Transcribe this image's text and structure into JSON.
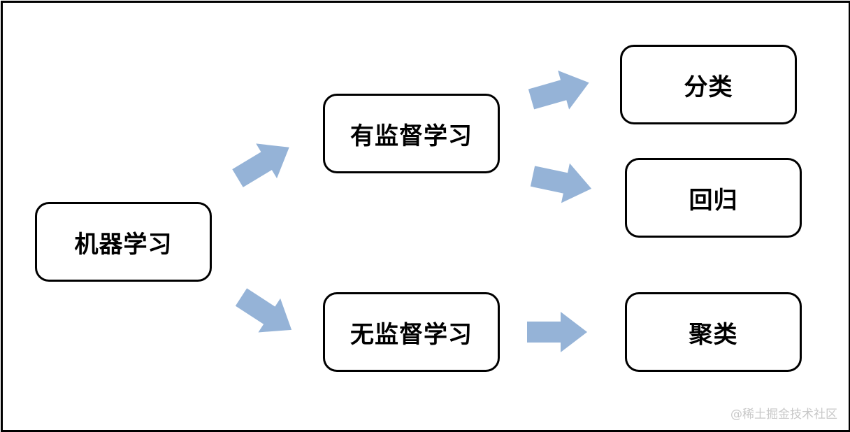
{
  "diagram": {
    "nodes": {
      "machine_learning": "机器学习",
      "supervised": "有监督学习",
      "unsupervised": "无监督学习",
      "classification": "分类",
      "regression": "回归",
      "clustering": "聚类"
    },
    "arrow_color": "#95b3d7",
    "border_color": "#000000"
  },
  "watermark": "@稀土掘金技术社区"
}
